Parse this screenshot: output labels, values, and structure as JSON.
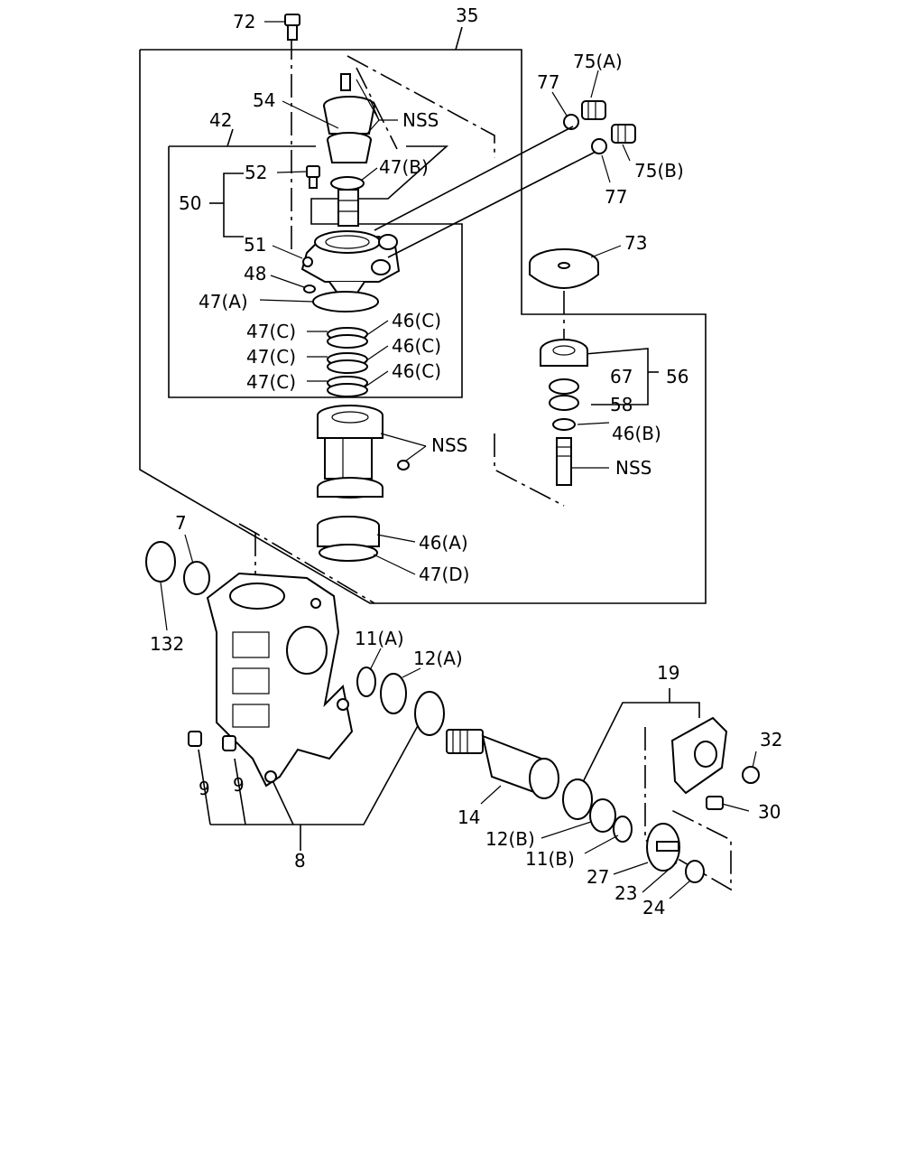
{
  "labels": {
    "p72": "72",
    "p35": "35",
    "p54": "54",
    "nss1": "NSS",
    "p42": "42",
    "p47b": "47(B)",
    "p52": "52",
    "p50": "50",
    "p51": "51",
    "p48": "48",
    "p47a": "47(A)",
    "p47c1": "47(C)",
    "p47c2": "47(C)",
    "p47c3": "47(C)",
    "p46c1": "46(C)",
    "p46c2": "46(C)",
    "p46c3": "46(C)",
    "nss2": "NSS",
    "p46a": "46(A)",
    "p47d": "47(D)",
    "p77a": "77",
    "p75a": "75(A)",
    "p75b": "75(B)",
    "p77b": "77",
    "p73": "73",
    "p67": "67",
    "p56": "56",
    "p58": "58",
    "p46b": "46(B)",
    "nss3": "NSS",
    "p7": "7",
    "p132": "132",
    "p11a": "11(A)",
    "p12a": "12(A)",
    "p19": "19",
    "p32": "32",
    "p9a": "9",
    "p9b": "9",
    "p30": "30",
    "p14": "14",
    "p12b": "12(B)",
    "p11b": "11(B)",
    "p27": "27",
    "p23": "23",
    "p24": "24",
    "p8": "8"
  }
}
